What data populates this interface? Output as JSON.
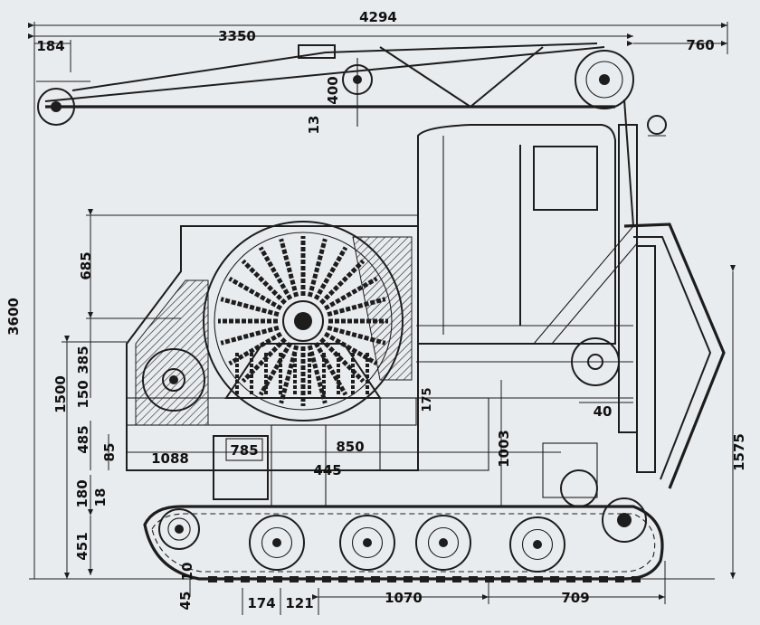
{
  "colors": {
    "paper": "#e9ecef",
    "ink": "#1d1d1d"
  },
  "dimensions": {
    "overall_length": "4294",
    "boom_length": "3350",
    "boom_front_overhang": "760",
    "boom_rear_offset": "184",
    "pulley_height": "400",
    "pulley_offset": "13",
    "cab_top_height": "685",
    "height_385": "385",
    "height_150": "150",
    "height_1500": "1500",
    "height_485": "485",
    "height_85": "85",
    "winch_width": "1088",
    "box_785": "785",
    "depth_850": "850",
    "height_175": "175",
    "height_1003": "1003",
    "offset_40": "40",
    "overall_height": "1575",
    "offset_445": "445",
    "height_180": "180",
    "height_18": "18",
    "height_451": "451",
    "ground_10": "10",
    "ground_45": "45",
    "wheel_174": "174",
    "wheel_121": "121",
    "wheel_base": "1070",
    "front_709": "709",
    "side_partial": "3600"
  }
}
